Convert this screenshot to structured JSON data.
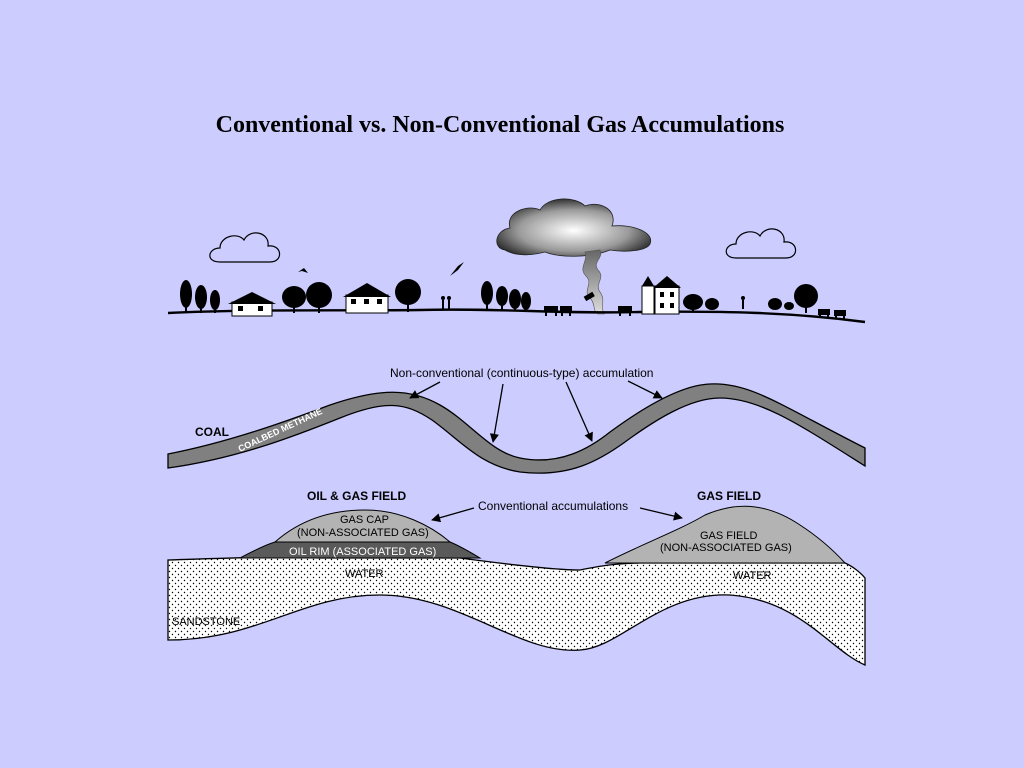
{
  "title": "Conventional vs. Non-Conventional Gas Accumulations",
  "labels": {
    "non_conventional": "Non-conventional (continuous-type) accumulation",
    "coal": "COAL",
    "coalbed_methane": "COALBED METHANE",
    "oil_gas_field": "OIL & GAS FIELD",
    "gas_field_heading": "GAS FIELD",
    "conventional": "Conventional accumulations",
    "gas_cap": "GAS CAP",
    "gas_cap_sub": "(NON-ASSOCIATED GAS)",
    "oil_rim": "OIL RIM (ASSOCIATED GAS)",
    "water_left": "WATER",
    "gas_field_label": "GAS FIELD",
    "gas_field_sub": "(NON-ASSOCIATED GAS)",
    "water_right": "WATER",
    "sandstone": "SANDSTONE"
  },
  "colors": {
    "background": "#CCCCFF",
    "coal_seam": "#808080",
    "gas": "#B3B3B3",
    "oil": "#5A5A5A",
    "sandstone": "#FFFFFF"
  }
}
